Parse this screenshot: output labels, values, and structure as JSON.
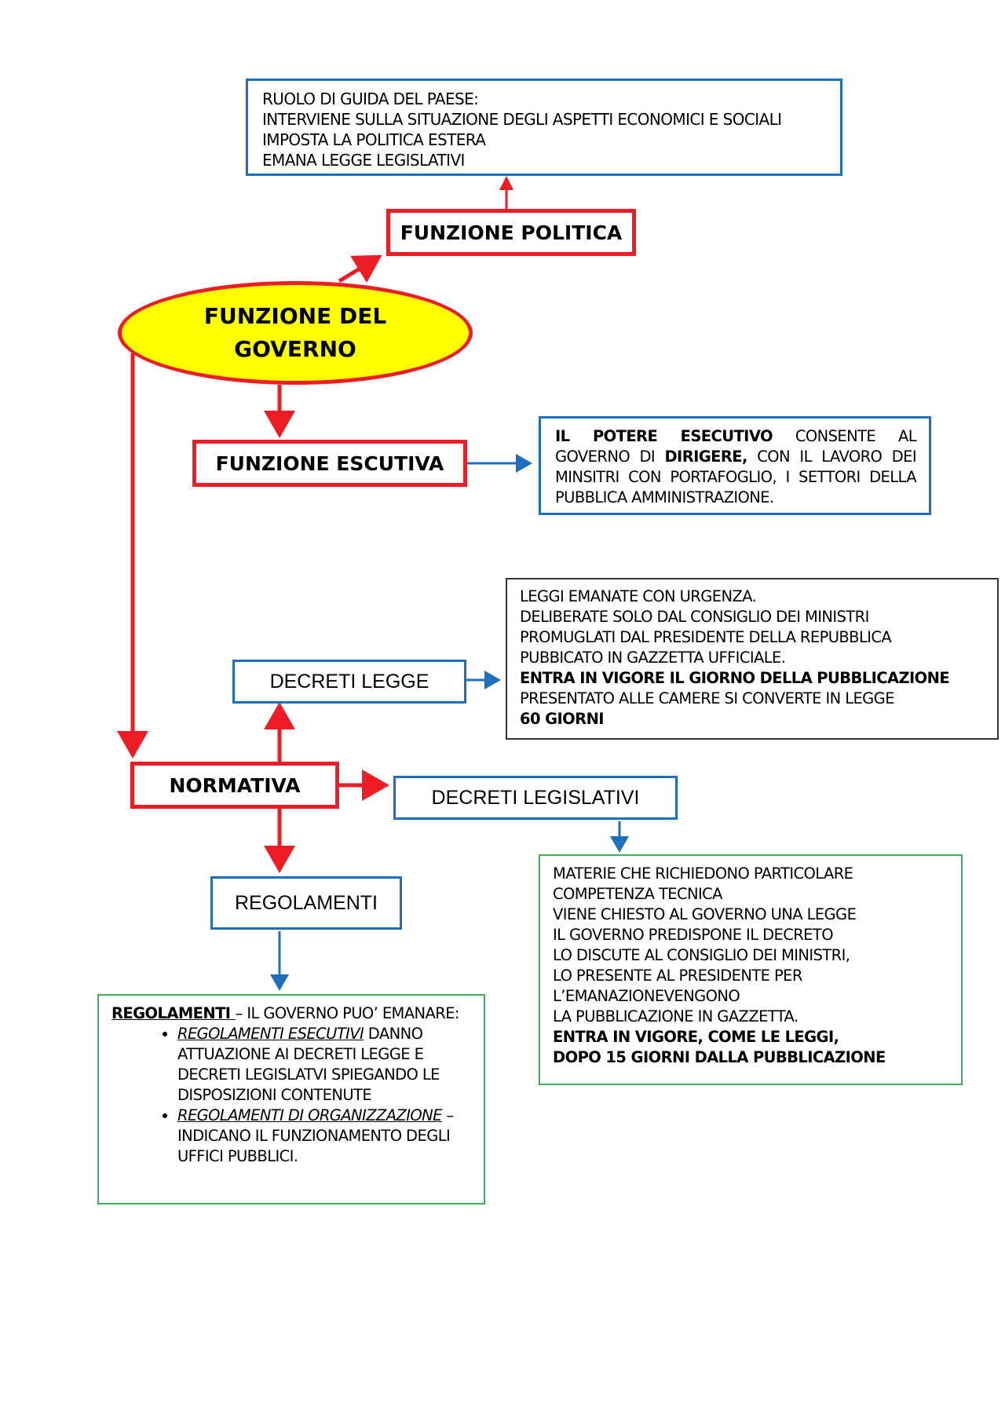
{
  "ruolo_box": {
    "lines": [
      "RUOLO DI GUIDA DEL PAESE:",
      "INTERVIENE SULLA  SITUAZIONE DEGLI ASPETTI ECONOMICI E SOCIALI",
      "IMPOSTA LA POLITICA ESTERA",
      "EMANA LEGGE LEGISLATIVI"
    ]
  },
  "funzione_politica": "FUNZIONE POLITICA",
  "funzione_governo": {
    "line1": "FUNZIONE DEL",
    "line2": "GOVERNO"
  },
  "funzione_esecutiva": "FUNZIONE ESCUTIVA",
  "potere_box": {
    "p1_bold": "IL POTERE ESECUTIVO",
    "p1_rest": " CONSENTE AL GOVERNO DI ",
    "p1_bold2": "DIRIGERE,",
    "p1_rest2": " CON IL LAVORO DEI MINSITRI CON PORTAFOGLIO, I SETTORI DELLA PUBBLICA AMMINISTRAZIONE."
  },
  "decreti_legge": "DECRETI LEGGE",
  "decreti_legge_box": {
    "lines": [
      "LEGGI EMANATE  CON URGENZA.",
      "DELIBERATE SOLO DAL CONSIGLIO DEI MINISTRI",
      "PROMUGLATI DAL PRESIDENTE DELLA REPUBBLICA",
      "PUBBICATO IN GAZZETTA UFFICIALE."
    ],
    "bold_line": "ENTRA IN VIGORE IL GIORNO DELLA PUBBLICAZIONE",
    "line_after": "PRESENTATO ALLE CAMERE SI CONVERTE IN LEGGE",
    "bold_end": "60 GIORNI"
  },
  "normativa": "NORMATIVA",
  "decreti_legislativi": "DECRETI LEGISLATIVI",
  "decreti_legislativi_box": {
    "lines": [
      "MATERIE CHE RICHIEDONO PARTICOLARE",
      "COMPETENZA TECNICA",
      "VIENE CHIESTO AL GOVERNO UNA LEGGE",
      "IL GOVERNO PREDISPONE IL DECRETO",
      "LO DISCUTE AL CONSIGLIO DEI MINISTRI,",
      "LO PRESENTE AL PRESIDENTE PER",
      "L’EMANAZIONEVENGONO",
      "LA PUBBLICAZIONE IN GAZZETTA."
    ],
    "bold_lines": [
      "ENTRA IN VIGORE, COME LE LEGGI,",
      "DOPO 15 GIORNI DALLA PUBBLICAZIONE"
    ]
  },
  "regolamenti": "REGOLAMENTI",
  "regolamenti_box": {
    "heading": "REGOLAMENTI ",
    "heading_rest": "– IL GOVERNO PUO’ EMANARE:",
    "item1_ital": "REGOLAMENTI ESECUTIVI",
    "item1_rest": " DANNO ATTUAZIONE AI DECRETI LEGGE E DECRETI LEGISLATVI SPIEGANDO LE DISPOSIZIONI CONTENUTE",
    "item2_ital": "REGOLAMENTI  DI ORGANIZZAZIONE",
    "item2_rest": " – INDICANO IL FUNZIONAMENTO DEGLI UFFICI PUBBLICI."
  },
  "colors": {
    "red": "#ee1c25",
    "blue": "#1f6fbf",
    "yellow": "#ffff00",
    "green": "#3fae5a"
  }
}
